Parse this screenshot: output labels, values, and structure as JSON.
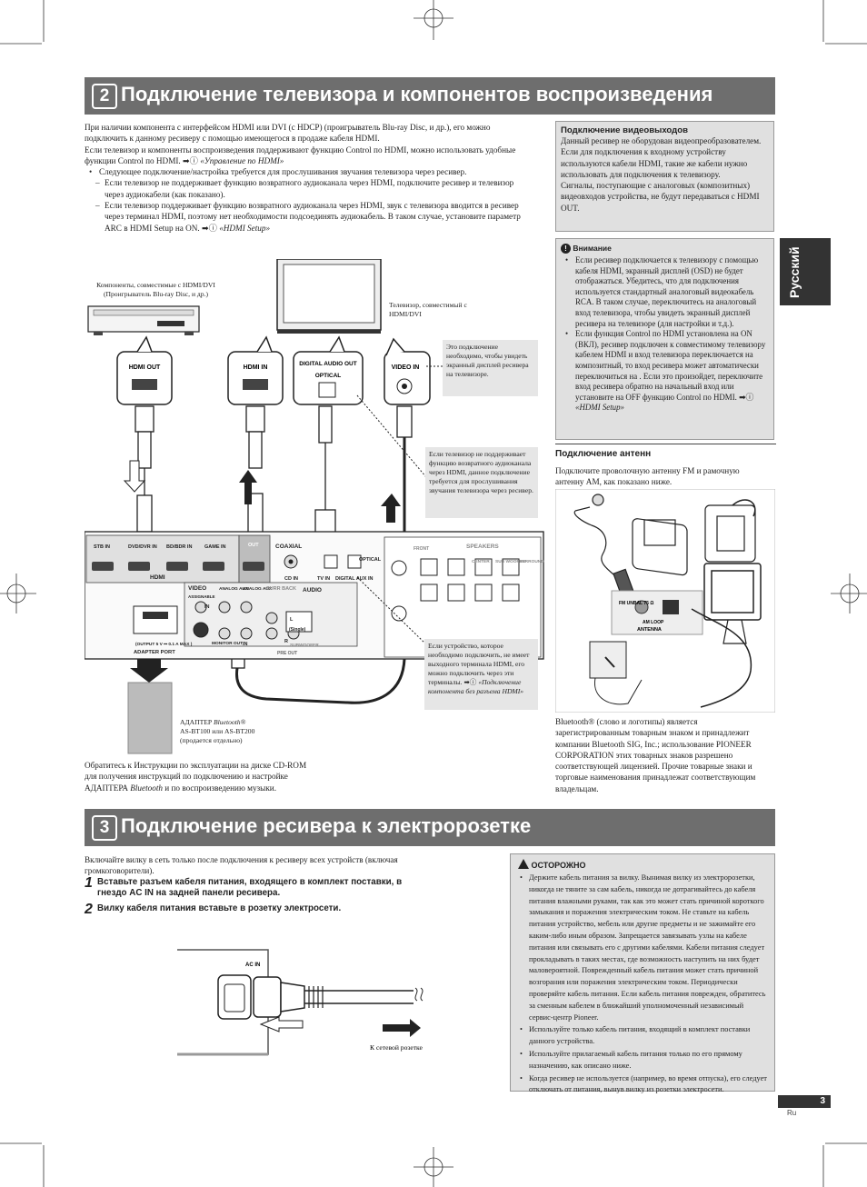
{
  "section2": {
    "number": "2",
    "title": "Подключение телевизора и компонентов воспроизведения",
    "intro1": "При наличии компонента с интерфейсом HDMI или DVI (с HDCP) (проигрыватель Blu-ray Disc, и др.), его можно подключить к данному ресиверу с помощью имеющегося в продаже кабеля HDMI.",
    "intro2_a": "Если телевизор и компоненты воспроизведения поддерживают функцию Control по HDMI, можно использовать удобные функции Control по HDMI.",
    "intro2_ref": "«Управление по HDMI»",
    "bullet": "Следующее подключение/настройка требуется для прослушивания звучания телевизора через ресивер.",
    "dash1": "Если телевизор не поддерживает функцию возвратного аудиоканала через HDMI, подключите ресивер и телевизор через аудиокабели (как показано).",
    "dash2_a": "Если телевизор поддерживает функцию возвратного аудиоканала через HDMI, звук с телевизора вводится в ресивер через терминал HDMI, поэтому нет необходимости подсоединять аудиокабель. В таком случае, установите параметр ARC в HDMI Setup на ON.",
    "dash2_ref": "«HDMI Setup»",
    "side_box": {
      "title": "Подключение видеовыходов",
      "p1": "Данный ресивер не оборудован видеопреобразователем. Если для подключения к входному устройству используются кабели HDMI, такие же кабели нужно использовать для подключения к телевизору.",
      "p2": "Сигналы, поступающие с аналоговых (композитных) видеовходов устройства, не будут передаваться с HDMI OUT."
    },
    "warning": {
      "title": "Внимание",
      "b1": "Если ресивер подключается к телевизору с помощью кабеля HDMI, экранный дисплей (OSD) не будет отображаться. Убедитесь, что для подключения используется стандартный аналоговый видеокабель RCA. В таком случае, переключитесь на аналоговый вход телевизора, чтобы увидеть экранный дисплей ресивера на телевизоре (для настройки и т.д.).",
      "b2_a": "Если функция Control по HDMI установлена на ON (ВКЛ), ресивер подключен к совместимому телевизору кабелем HDMI и вход телевизора переключается на композитный, то вход ресивера может автоматически переключиться на . Если это произойдет, переключите вход ресивера обратно на начальный вход или установите на OFF функцию Control по HDMI.",
      "b2_ref": "«HDMI Setup»"
    },
    "antenna": {
      "title": "Подключение антенн",
      "text": "Подключите проволочную антенну FM и рамочную антенну AM, как показано ниже."
    },
    "bluetooth_note": "Bluetooth® (слово и логотипы) является зарегистрированным товарным знаком и принадлежит компании Bluetooth SIG, Inc.; использование PIONEER CORPORATION этих товарных знаков разрешено соответствующей лицензией. Прочие товарные знаки и торговые наименования принадлежат соответствующим владельцам.",
    "diagram": {
      "components_label": "Компоненты, совместимые с HDMI/DVI (Проигрыватель Blu-ray Disc, и др.)",
      "tv_label": "Телевизор, совместимый с HDMI/DVI",
      "hdmi_out": "HDMI OUT",
      "hdmi_in": "HDMI IN",
      "digital_audio_out": "DIGITAL AUDIO OUT",
      "optical": "OPTICAL",
      "video_in": "VIDEO IN",
      "note_osd": "Это подключение необходимо, чтобы увидеть экранный дисплей ресивера на телевизоре.",
      "note_arc": "Если телевизор не поддерживает функцию возвратного аудиоканала через HDMI, данное подключение требуется для прослушивания звучания телевизора через ресивер.",
      "note_noout": "Если устройство, которое необходимо подключить, не имеет выходного терминала HDMI, его можно подключить через эти терминалы.",
      "note_noout_ref": "«Подключение компонента без разъема HDMI»",
      "panel": {
        "stb_in": "STB IN",
        "dvd_in": "DVD/DVR IN",
        "bd_in": "BD/BDR IN",
        "game_in": "GAME IN",
        "out": "OUT",
        "hdmi": "HDMI",
        "coaxial": "COAXIAL",
        "cd_in": "CD IN",
        "optical": "OPTICAL",
        "tv_in": "TV IN",
        "digital_aux": "DIGITAL AUX IN",
        "video": "VIDEO",
        "assignable": "ASSIGNABLE",
        "analog_aux": "ANALOG AUX",
        "in": "IN",
        "monitor_out": "MONITOR OUT",
        "surr_back": "SURR BACK",
        "audio": "AUDIO",
        "single": "(Single)",
        "subwoofer": "SUBWOOFER",
        "pre_out": "PRE OUT",
        "speakers": "SPEAKERS",
        "front": "FRONT",
        "center": "CENTER",
        "sub_woofer": "SUB WOOFER",
        "surround": "SURROUND",
        "output_rating": "(OUTPUT 5 V ⎓ 0.1 A MAX )",
        "adapter_port": "ADAPTER PORT",
        "l": "L",
        "r": "R"
      },
      "adapter_label_a": "АДАПТЕР",
      "adapter_label_b": "Bluetooth®",
      "adapter_label_c": "AS-BT100 или AS-BT200",
      "adapter_label_d": "(продается отдельно)"
    },
    "refer_note_a": "Обратитесь к Инструкции по эксплуатации на диске CD-ROM для получения инструкций по подключению и настройке АДАПТЕРА",
    "refer_note_b": "Bluetooth",
    "refer_note_c": "и по воспроизведению музыки.",
    "antenna_labels": {
      "fm": "FM UNBAL 75 Ω",
      "am": "AM LOOP",
      "antenna": "ANTENNA"
    }
  },
  "section3": {
    "number": "3",
    "title": "Подключение ресивера к электророзетке",
    "intro": "Включайте вилку в сеть только после подключения к ресиверу всех устройств (включая громкоговорители).",
    "step1_num": "1",
    "step1": "Вставьте разъем кабеля питания, входящего в комплект поставки, в гнездо AC IN на задней панели ресивера.",
    "step2_num": "2",
    "step2": "Вилку кабеля питания вставьте в розетку электросети.",
    "ac_in": "AC IN",
    "outlet_label": "К сетевой розетке",
    "caution": {
      "title": "ОСТОРОЖНО",
      "b1": "Держите кабель питания за вилку. Вынимая вилку из электророзетки, никогда не тяните за сам кабель, никогда не дотрагивайтесь до кабеля питания влажными руками, так как это может стать причиной короткого замыкания и поражения электрическим током. Не ставьте на кабель питания устройство, мебель или другие предметы и не зажимайте его каким-либо иным образом. Запрещается завязывать узлы на кабеле питания или связывать его с другими кабелями. Кабели питания следует прокладывать в таких местах, где возможность наступить на них будет маловероятной. Поврежденный кабель питания может стать причиной возгорания или поражения электрическим током. Периодически проверяйте кабель питания. Если кабель питания поврежден, обратитесь за сменным кабелем в ближайший уполномоченный независимый сервис-центр Pioneer.",
      "b2": "Используйте только кабель питания, входящий в комплект поставки данного устройства.",
      "b3": "Используйте прилагаемый кабель питания только по его прямому назначению, как описано ниже.",
      "b4": "Когда ресивер не используется (например, во время отпуска), его следует отключать от питания, вынув вилку из розетки электросети."
    }
  },
  "lang_tab": "Русский",
  "page": {
    "number": "3",
    "lang": "Ru"
  }
}
